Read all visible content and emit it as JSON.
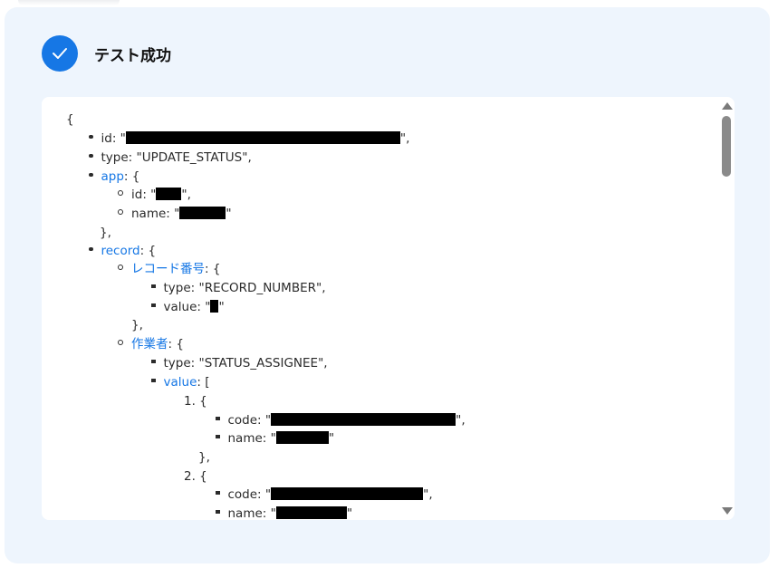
{
  "header": {
    "title": "テスト成功"
  },
  "json": {
    "open_brace": "{",
    "id_key": "id: \"",
    "id_end": "\",",
    "type_line": "type: \"UPDATE_STATUS\",",
    "app_key": "app",
    "app_open": ": {",
    "app_id_key": "id: \"",
    "app_id_end": "\",",
    "app_name_key": "name: \"",
    "app_name_end": "\"",
    "close_brace_comma": "},",
    "record_key": "record",
    "record_open": ": {",
    "rec_num_key": "レコード番号",
    "rec_num_open": ": {",
    "rec_num_type": "type: \"RECORD_NUMBER\",",
    "rec_num_value_key": "value: \"",
    "rec_num_value_end": "\"",
    "rec_num_close": "},",
    "assignee_key": "作業者",
    "assignee_open": ": {",
    "assignee_type": "type: \"STATUS_ASSIGNEE\",",
    "value_key": "value",
    "value_open": ": [",
    "item1_open": "1. {",
    "code_key": "code: \"",
    "code_end": "\",",
    "name_key": "name: \"",
    "name_end": "\"",
    "item_close": "},",
    "item2_open": "2. {"
  },
  "icons": {
    "check": "check-icon",
    "scroll_up": "scroll-up-arrow",
    "scroll_down": "scroll-down-arrow"
  },
  "colors": {
    "accent": "#1677e5",
    "panel_bg": "#eef5fd"
  }
}
